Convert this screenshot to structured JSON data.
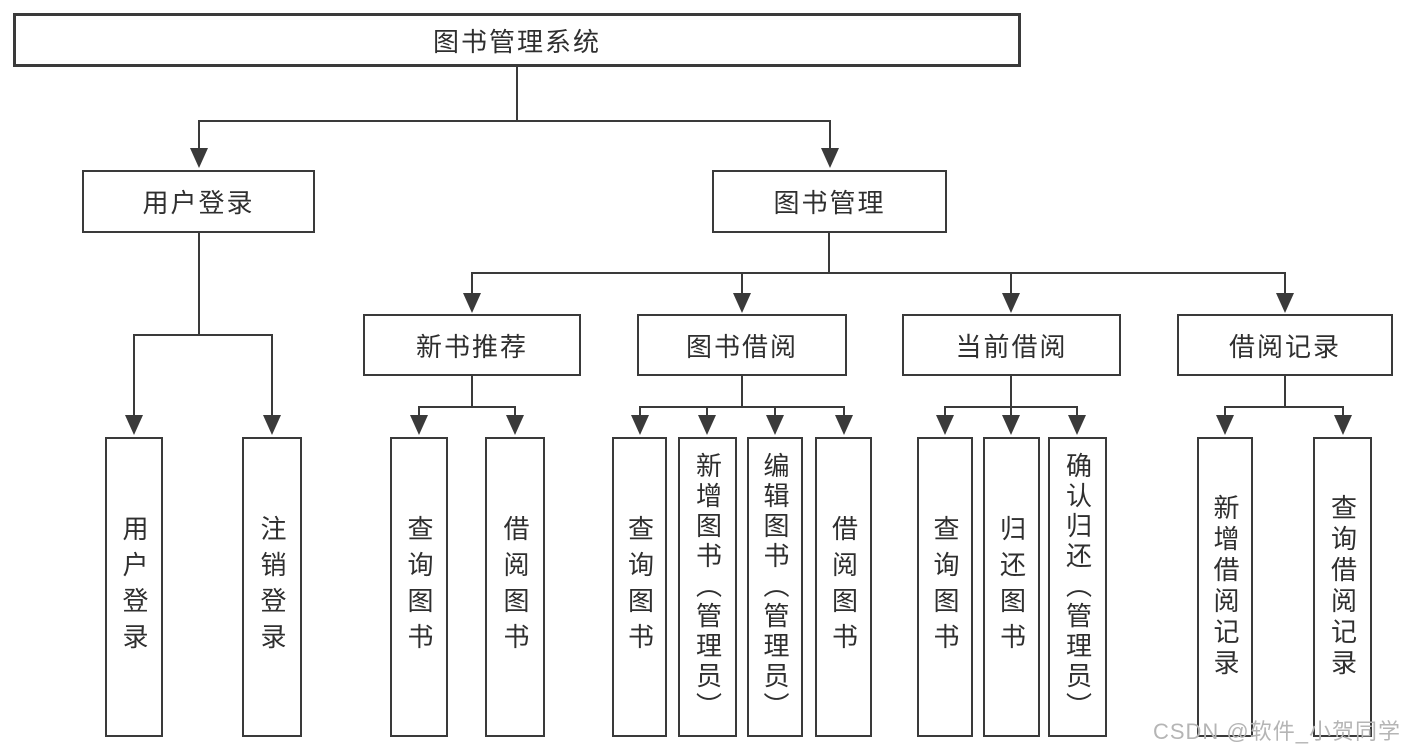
{
  "colors": {
    "line": "#3a3a3a",
    "text": "#2f2f2f",
    "watermark": "#b5b5b5",
    "background": "#ffffff"
  },
  "watermark": "CSDN @软件_小贺同学",
  "tree": {
    "label": "图书管理系统",
    "children": [
      {
        "label": "用户登录",
        "children": [
          {
            "label": "用户登录"
          },
          {
            "label": "注销登录"
          }
        ]
      },
      {
        "label": "图书管理",
        "children": [
          {
            "label": "新书推荐",
            "children": [
              {
                "label": "查询图书"
              },
              {
                "label": "借阅图书"
              }
            ]
          },
          {
            "label": "图书借阅",
            "children": [
              {
                "label": "查询图书"
              },
              {
                "label": "新增图书（管理员）"
              },
              {
                "label": "编辑图书（管理员）"
              },
              {
                "label": "借阅图书"
              }
            ]
          },
          {
            "label": "当前借阅",
            "children": [
              {
                "label": "查询图书"
              },
              {
                "label": "归还图书"
              },
              {
                "label": "确认归还（管理员）"
              }
            ]
          },
          {
            "label": "借阅记录",
            "children": [
              {
                "label": "新增借阅记录"
              },
              {
                "label": "查询借阅记录"
              }
            ]
          }
        ]
      }
    ]
  }
}
